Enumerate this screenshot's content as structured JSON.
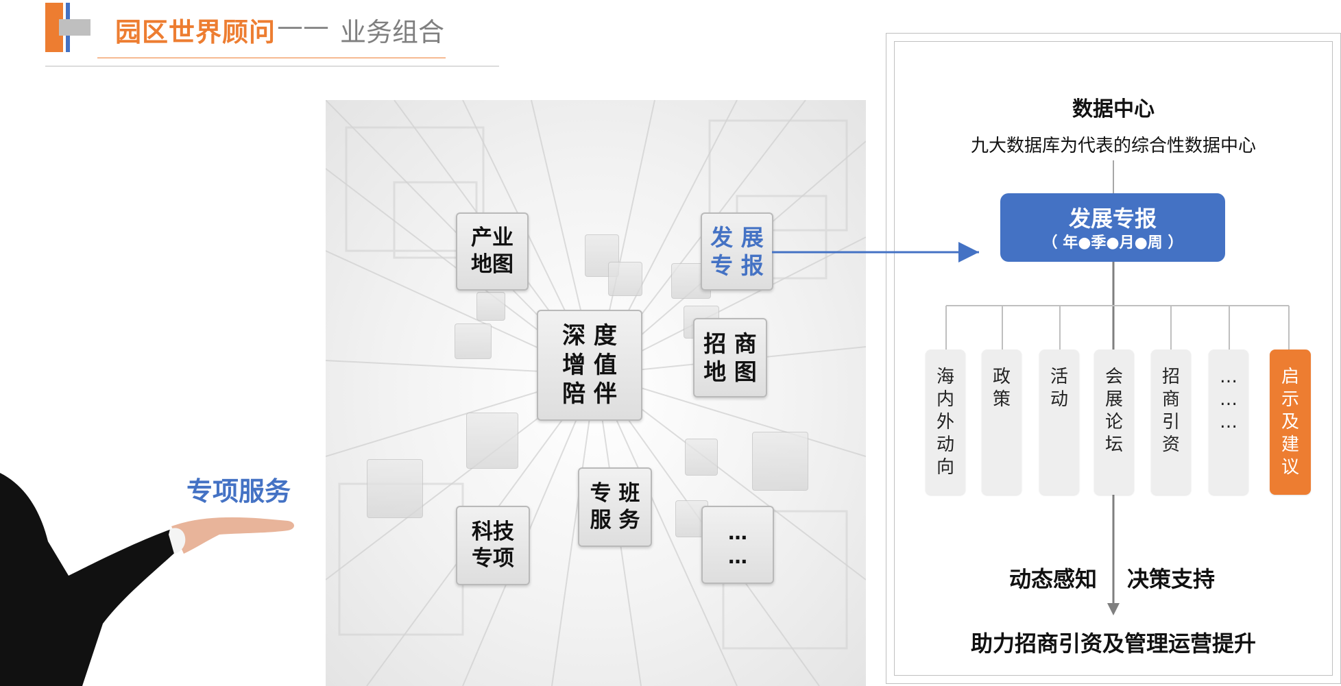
{
  "header": {
    "title": "园区世界顾问",
    "separator": "——",
    "subtitle": "业务组合"
  },
  "left": {
    "special_service": "专项服务"
  },
  "center": {
    "tiles": {
      "industry_map": "产业\n地图",
      "dev_report": "发 展\n专 报",
      "deep_value": "深 度\n增 值\n陪 伴",
      "invest_map": "招 商\n地 图",
      "tech_special": "科技\n专项",
      "special_class": "专 班\n服 务",
      "more": "…\n…"
    }
  },
  "right": {
    "data_center_title": "数据中心",
    "data_center_desc": "九大数据库为代表的综合性数据中心",
    "dev_report_title": "发展专报",
    "dev_report_period": "（ 年●季●月●周 ）",
    "categories": [
      "海\n内\n外\n动\n向",
      "政\n策",
      "活\n动",
      "会\n展\n论\n坛",
      "招\n商\n引\n资",
      "…\n…\n…",
      "启\n示\n及\n建\n议"
    ],
    "dynamic_perception": "动态感知",
    "decision_support": "决策支持",
    "bottom": "助力招商引资及管理运营提升"
  },
  "colors": {
    "orange": "#ed7d31",
    "blue": "#4472c4",
    "gray": "#7f7f7f"
  }
}
